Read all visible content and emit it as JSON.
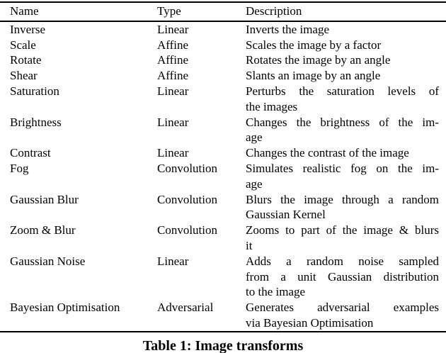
{
  "table": {
    "columns": [
      "Name",
      "Type",
      "Description"
    ],
    "rows": [
      {
        "name": "Inverse",
        "type": "Linear",
        "description": [
          "Inverts the image"
        ]
      },
      {
        "name": "Scale",
        "type": "Affine",
        "description": [
          "Scales the image by a factor"
        ]
      },
      {
        "name": "Rotate",
        "type": "Affine",
        "description": [
          "Rotates the image by an angle"
        ]
      },
      {
        "name": "Shear",
        "type": "Affine",
        "description": [
          "Slants an image by an angle"
        ]
      },
      {
        "name": "Saturation",
        "type": "Linear",
        "description": [
          "Perturbs the saturation levels of",
          "the images"
        ]
      },
      {
        "name": "Brightness",
        "type": "Linear",
        "description": [
          "Changes the brightness of the im-",
          "age"
        ]
      },
      {
        "name": "Contrast",
        "type": "Linear",
        "description": [
          "Changes the contrast of the image"
        ]
      },
      {
        "name": "Fog",
        "type": "Convolution",
        "description": [
          "Simulates realistic fog on the im-",
          "age"
        ]
      },
      {
        "name": "Gaussian Blur",
        "type": "Convolution",
        "description": [
          "Blurs the image through a random",
          "Gaussian Kernel"
        ]
      },
      {
        "name": "Zoom & Blur",
        "type": "Convolution",
        "description": [
          "Zooms to part of the image & blurs",
          "it"
        ]
      },
      {
        "name": "Gaussian Noise",
        "type": "Linear",
        "description": [
          "Adds a random noise sampled",
          "from a unit Gaussian distribution",
          "to the image"
        ]
      },
      {
        "name": "Bayesian Optimisation",
        "type": "Adversarial",
        "description": [
          "Generates adversarial examples",
          "via Bayesian Optimisation"
        ]
      }
    ]
  },
  "caption": "Table 1: Image transforms"
}
